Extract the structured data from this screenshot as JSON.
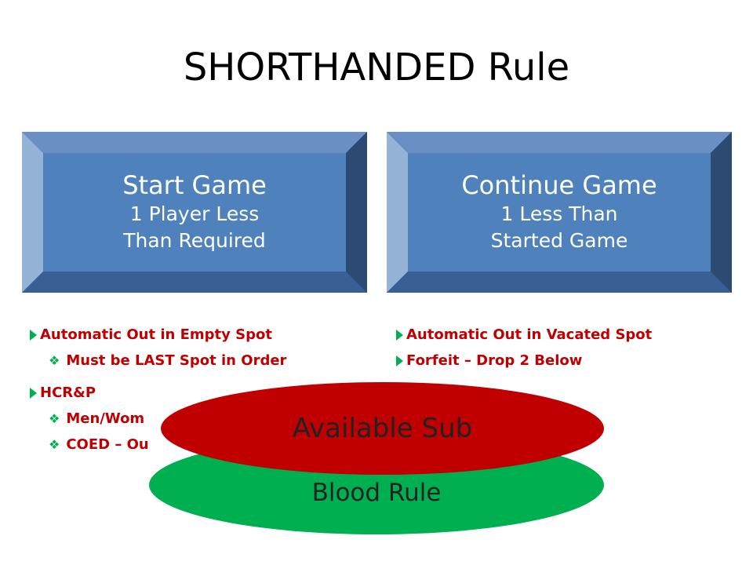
{
  "title": "SHORTHANDED Rule",
  "boxes": [
    {
      "head": "Start Game",
      "line1": "1 Player Less",
      "line2": "Than Required"
    },
    {
      "head": "Continue Game",
      "line1": "1 Less Than",
      "line2": "Started Game"
    }
  ],
  "left_list": {
    "item1": "Automatic Out in Empty Spot",
    "item1_sub": "Must be LAST Spot in Order",
    "item2": "HCR&P",
    "item2_sub1": "Men/Wom",
    "item2_sub2": "COED – Ou"
  },
  "right_list": {
    "item1": "Automatic Out in Vacated Spot",
    "item2": "Forfeit – Drop 2 Below"
  },
  "ellipses": {
    "red": "Available Sub",
    "green_line1": "Blood Rule"
  },
  "colors": {
    "box_fill": "#4f81bd",
    "bevel_light": "#95b3d7",
    "bevel_dark": "#2c4a72",
    "bullet_text": "#c00000",
    "bullet_marker": "#00b050",
    "ellipse_red": "#c00000",
    "ellipse_green": "#00b050"
  }
}
